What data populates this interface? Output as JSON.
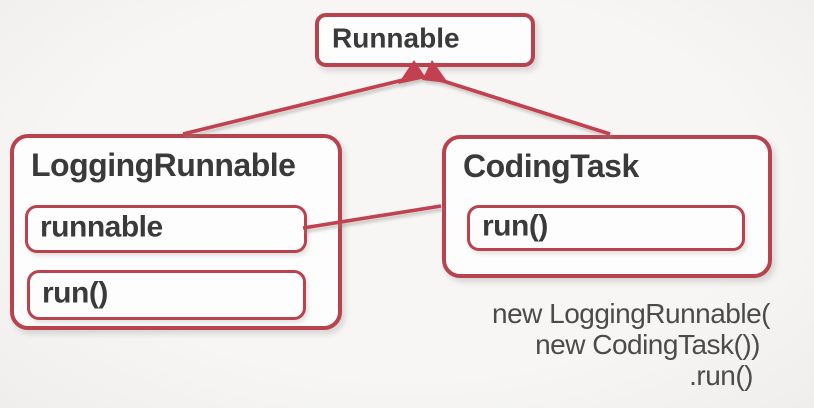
{
  "diagram": {
    "title_context": "class-inheritance-diagram",
    "colors": {
      "accent": "#b9424f",
      "arrow": "#c2414f",
      "text": "#3a3a3a",
      "code_text": "#4b4b4b",
      "background": "#f5f4f2",
      "box_fill": "#fdfdfd"
    },
    "classes": {
      "runnable": {
        "title": "Runnable",
        "members": []
      },
      "logging_runnable": {
        "title": "LoggingRunnable",
        "members": [
          "runnable",
          "run()"
        ]
      },
      "coding_task": {
        "title": "CodingTask",
        "members": [
          "run()"
        ]
      }
    },
    "relations": [
      {
        "from": "LoggingRunnable",
        "to": "Runnable",
        "type": "inheritance"
      },
      {
        "from": "CodingTask",
        "to": "Runnable",
        "type": "inheritance"
      },
      {
        "from": "LoggingRunnable.runnable",
        "to": "CodingTask",
        "type": "association"
      }
    ],
    "code_snippet": {
      "lines": [
        "new LoggingRunnable(",
        "new CodingTask())",
        ".run()"
      ]
    }
  }
}
